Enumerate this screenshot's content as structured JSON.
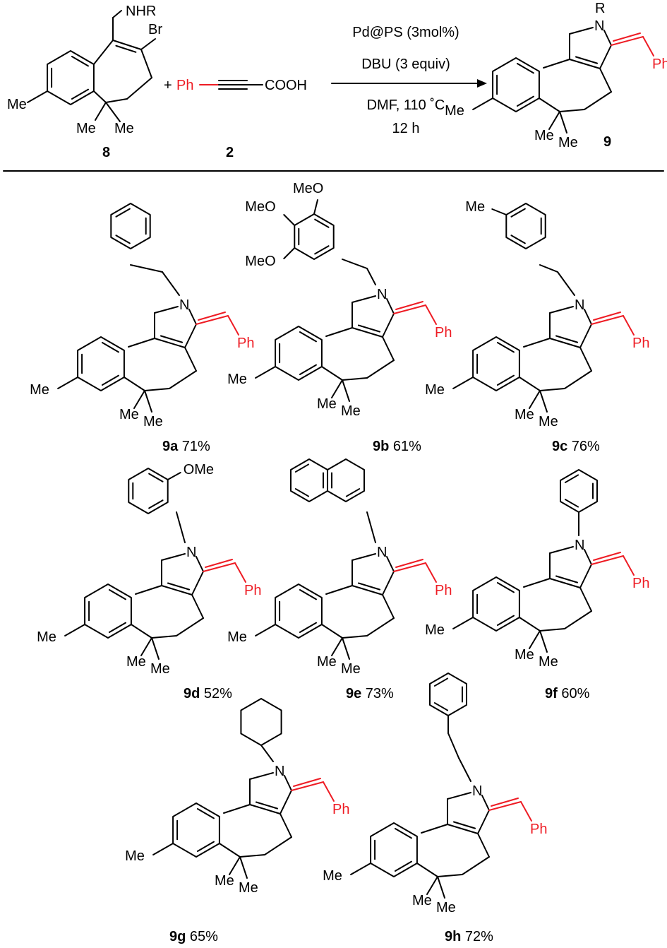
{
  "reaction": {
    "reactant1": {
      "label": "8",
      "amine": "NHR",
      "bromo": "Br",
      "methyl": "Me",
      "gem1": "Me",
      "gem2": "Me"
    },
    "reactant2": {
      "label": "2",
      "prefix": "Ph",
      "acid": "COOH"
    },
    "plus": "+",
    "conditions": [
      "Pd@PS (3mol%)",
      "DBU (3 equiv)",
      "DMF, 110 ˚C",
      "12 h"
    ],
    "product": {
      "label": "9",
      "r": "R",
      "n": "N",
      "ph": "Ph",
      "methyl": "Me",
      "gem1": "Me",
      "gem2": "Me"
    }
  },
  "colors": {
    "highlight": "#ee1c24",
    "text": "#000000"
  },
  "common": {
    "n": "N",
    "ph": "Ph",
    "me": "Me",
    "meo": "MeO",
    "ome": "OMe"
  },
  "products": [
    {
      "id": "9a",
      "yield": "71%"
    },
    {
      "id": "9b",
      "yield": "61%"
    },
    {
      "id": "9c",
      "yield": "76%"
    },
    {
      "id": "9d",
      "yield": "52%"
    },
    {
      "id": "9e",
      "yield": "73%"
    },
    {
      "id": "9f",
      "yield": "60%"
    },
    {
      "id": "9g",
      "yield": "65%"
    },
    {
      "id": "9h",
      "yield": "72%"
    }
  ]
}
